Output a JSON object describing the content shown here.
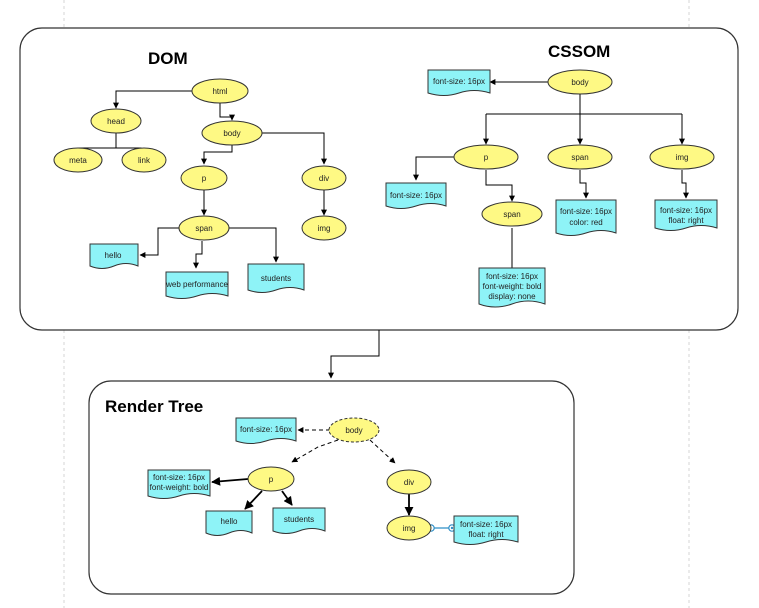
{
  "dom": {
    "title": "DOM",
    "html": "html",
    "head": "head",
    "body": "body",
    "meta": "meta",
    "link": "link",
    "p": "p",
    "div": "div",
    "span": "span",
    "img": "img",
    "hello": "hello",
    "web_performance": "web performance",
    "students": "students"
  },
  "cssom": {
    "title": "CSSOM",
    "body": "body",
    "body_style": "font-size: 16px",
    "p": "p",
    "p_style": "font-size: 16px",
    "span_child": "span",
    "span_child_style": [
      "font-size: 16px",
      "font-weight: bold",
      "display: none"
    ],
    "span": "span",
    "span_style": [
      "font-size: 16px",
      "color: red"
    ],
    "img": "img",
    "img_style": [
      "font-size: 16px",
      "float: right"
    ]
  },
  "render_tree": {
    "title": "Render Tree",
    "body": "body",
    "body_style": "font-size: 16px",
    "p": "p",
    "p_style": [
      "font-size: 16px",
      "font-weight: bold"
    ],
    "hello": "hello",
    "students": "students",
    "div": "div",
    "img": "img",
    "img_style": [
      "font-size: 16px",
      "float: right"
    ]
  },
  "colors": {
    "node_fill": "#fef984",
    "doc_fill": "#8ef3f7",
    "connector_blue": "#2f8fc7"
  }
}
